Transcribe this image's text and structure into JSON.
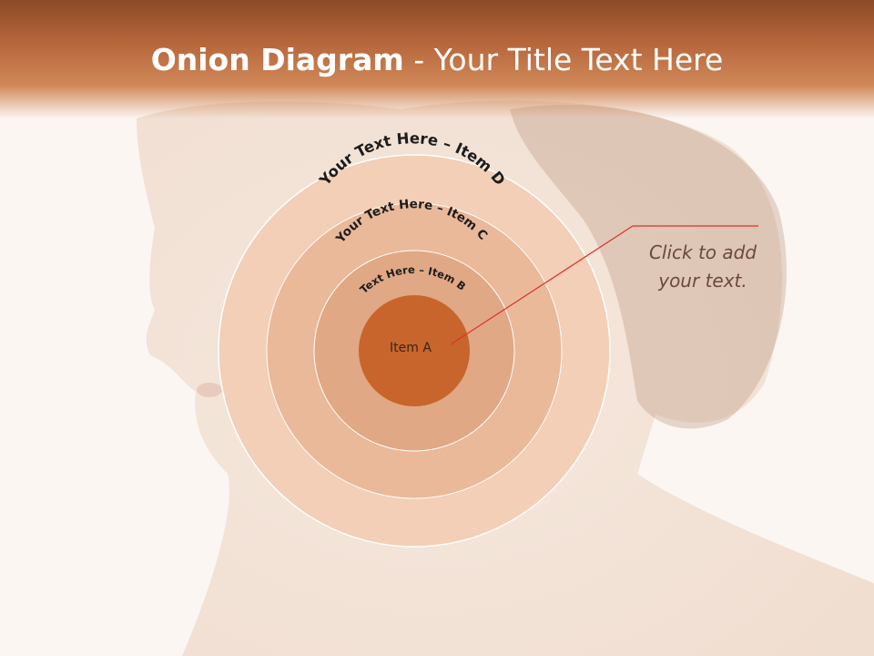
{
  "slide": {
    "title_bold": "Onion Diagram",
    "title_rest": " - Your Title Text Here"
  },
  "diagram": {
    "layers": [
      {
        "id": "item-a",
        "label": "Item A",
        "color": "#c8652c"
      },
      {
        "id": "item-b",
        "label": "Text Here – Item B",
        "color": "#e0a884"
      },
      {
        "id": "item-c",
        "label": "Your Text Here – Item C",
        "color": "#eab99a"
      },
      {
        "id": "item-d",
        "label": "Your Text Here – Item D",
        "color": "#f2cfb6"
      }
    ],
    "callout": {
      "line1": "Click  to add",
      "line2": "your text.",
      "line_color": "#e0302a"
    }
  }
}
